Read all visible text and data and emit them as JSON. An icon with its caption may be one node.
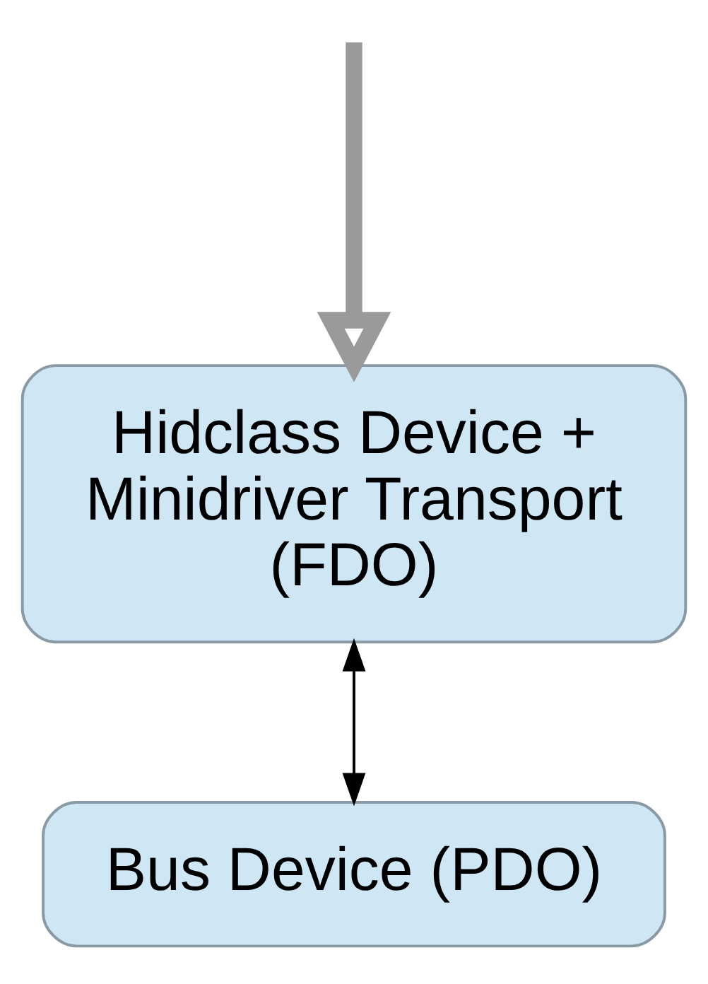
{
  "diagram": {
    "nodes": [
      {
        "text": [
          "Hidclass Device + Minidriver Transport (FDO)"
        ]
      },
      {
        "text": [
          "Bus Device (PDO)"
        ]
      }
    ],
    "edges": [
      {
        "from": null,
        "to": 0,
        "arrow": "to",
        "style": "thick",
        "color": "#9a9a9a"
      },
      {
        "from": 0,
        "to": 1,
        "arrow": "both",
        "color": "#000000"
      }
    ]
  }
}
